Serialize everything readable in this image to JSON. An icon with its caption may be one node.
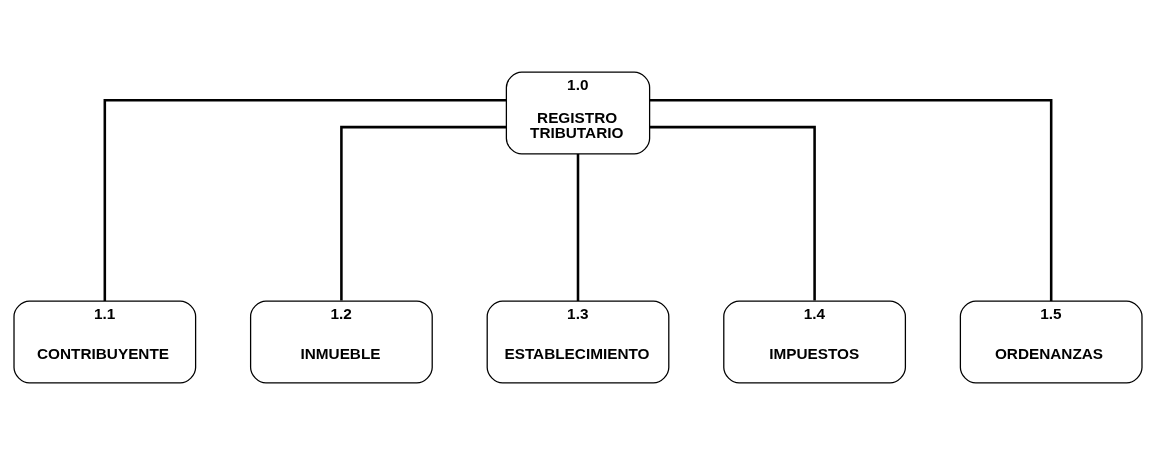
{
  "diagram": {
    "nodes": [
      {
        "text": [
          "1.0",
          "REGISTRO TRIBUTARIO"
        ]
      },
      {
        "text": [
          "1.1",
          "CONTRIBUYENTE"
        ]
      },
      {
        "text": [
          "1.2",
          "INMUEBLE"
        ]
      },
      {
        "text": [
          "1.3",
          "ESTABLECIMIENTO"
        ]
      },
      {
        "text": [
          "1.4",
          "IMPUESTOS"
        ]
      },
      {
        "text": [
          "1.5",
          "ORDENANZAS"
        ]
      }
    ],
    "edges": [
      {
        "from": 0,
        "to": 1,
        "arrow": "none"
      },
      {
        "from": 0,
        "to": 2,
        "arrow": "none"
      },
      {
        "from": 0,
        "to": 3,
        "arrow": "none"
      },
      {
        "from": 0,
        "to": 4,
        "arrow": "none"
      },
      {
        "from": 0,
        "to": 5,
        "arrow": "none"
      }
    ]
  }
}
